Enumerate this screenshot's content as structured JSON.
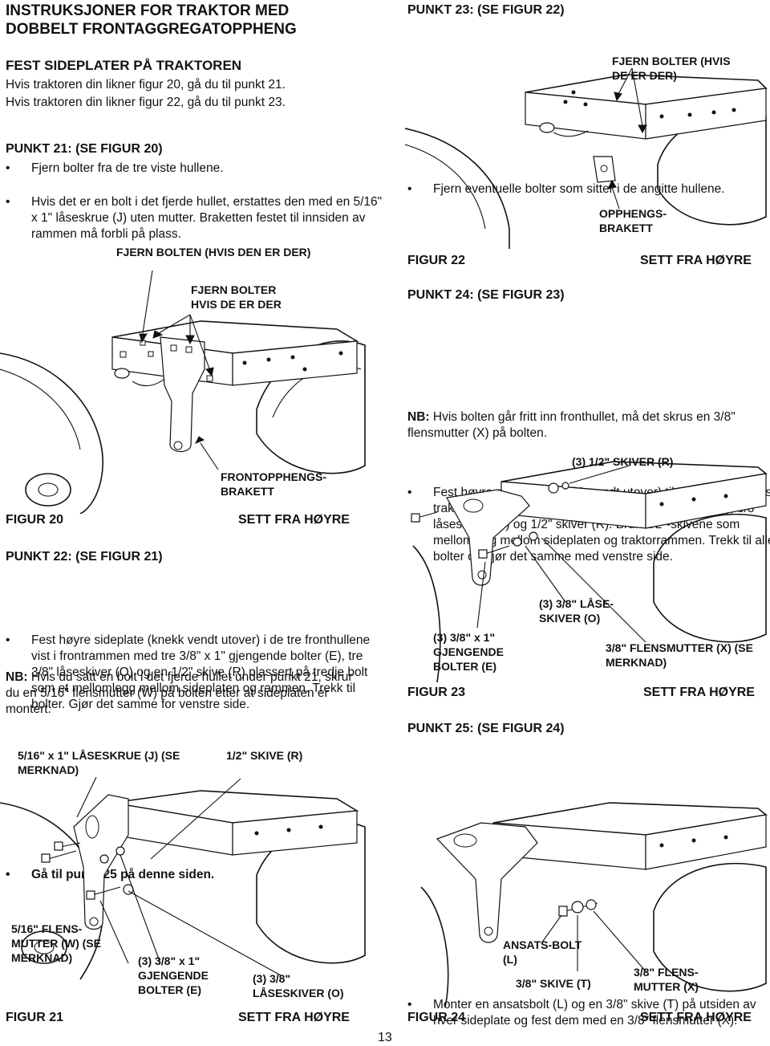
{
  "title": "INSTRUKSJONER FOR TRAKTOR MED DOBBELT FRONTAGGREGATOPPHENG",
  "section_sideplates": {
    "heading": "FEST SIDEPLATER PÅ TRAKTOREN",
    "lines": [
      "Hvis traktoren din likner figur 20, gå du til punkt 21.",
      "Hvis traktoren din likner figur 22, gå du til punkt 23."
    ]
  },
  "step21": {
    "heading": "PUNKT 21:  (SE FIGUR 20)",
    "bullets": [
      "Fjern bolter fra de tre viste hullene.",
      "Hvis det er en bolt i det fjerde hullet, erstattes den med en 5/16\" x 1\" låseskrue (J) uten mutter. Braketten festet til innsiden av rammen må forbli på plass."
    ]
  },
  "figure20": {
    "label_bolt": "FJERN BOLTEN (HVIS DEN ER DER)",
    "label_bolts": "FJERN BOLTER HVIS DE ER DER",
    "label_bracket": "FRONTOPPHENGS-BRAKETT",
    "caption": "FIGUR 20",
    "view": "SETT FRA HØYRE"
  },
  "step22": {
    "heading": "PUNKT 22:  (SE FIGUR 21)",
    "bullet1": "Fest høyre sideplate (knekk vendt utover) i de tre fronthullene vist i frontrammen med tre 3/8\" x 1\" gjengende bolter (E), tre 3/8\" låseskiver (O) og en 1/2\" skive (R) plassert på tredje bolt som et mellomlegg mellom sideplaten og rammen. Trekk til bolter. Gjør det samme for venstre side.",
    "note_label": "NB:",
    "note_text": " Hvis du satt en bolt i det fjerde hullet under punkt 21, skrur du en 5/16\" flensmutter (W) på bolten etter at sideplaten er montert.",
    "bullet2": "Gå til punkt 25 på denne siden."
  },
  "figure21": {
    "label_screw": "5/16\" x 1\" LÅSESKRUE (J) (SE MERKNAD)",
    "label_washer": "1/2\" SKIVE (R)",
    "label_flangenut": "5/16\" FLENS-MUTTER (W) (SE MERKNAD)",
    "label_bolts": "(3) 3/8\" x 1\" GJENGENDE BOLTER (E)",
    "label_lockwashers": "(3) 3/8\" LÅSESKIVER (O)",
    "caption": "FIGUR 21",
    "view": "SETT FRA HØYRE"
  },
  "step23": {
    "heading": "PUNKT 23:  (SE FIGUR 22)",
    "bullet": "Fjern eventuelle bolter som sitter i de angitte hullene."
  },
  "figure22": {
    "label_bolts": "FJERN BOLTER (HVIS DE ER DER)",
    "label_bracket": "OPPHENGS-BRAKETT",
    "caption": "FIGUR 22",
    "view": "SETT FRA HØYRE"
  },
  "step24": {
    "heading": "PUNKT 24:  (SE FIGUR 23)",
    "bullet": "Fest høyre sideplate (knekk vendt utover) til de tre hullene vist i traktorrammen. Bruk tre 3/8\" x 1\" gjengende bolter (E), 3/8\" låseskiver (O) og 1/2\" skiver (R). Bruk 1/2\"-skivene som mellomlegg mellom sideplaten og traktorrammen. Trekk til alle bolter og gjør det samme med venstre side.",
    "note_label": "NB:",
    "note_text": " Hvis bolten går fritt inn fronthullet, må det skrus en 3/8\" flensmutter (X) på bolten."
  },
  "figure23": {
    "label_washers": "(3) 1/2\" SKIVER (R)",
    "label_lockwashers": "(3) 3/8\" LÅSE-SKIVER (O)",
    "label_bolts": "(3) 3/8\" x 1\" GJENGENDE BOLTER (E)",
    "label_nut": "3/8\" FLENSMUTTER (X) (SE MERKNAD)",
    "caption": "FIGUR 23",
    "view": "SETT FRA HØYRE"
  },
  "step25": {
    "heading": "PUNKT 25:  (SE FIGUR 24)",
    "bullet": "Monter en ansatsbolt (L) og en 3/8\" skive (T) på utsiden av hver sideplate og fest dem med en 3/8\" flensmutter (X)."
  },
  "figure24": {
    "label_shoulder": "ANSATS-BOLT (L)",
    "label_washer": "3/8\" SKIVE (T)",
    "label_nut": "3/8\" FLENS-MUTTER (X)",
    "caption": "FIGUR 24",
    "view": "SETT FRA HØYRE"
  },
  "page_number": "13"
}
